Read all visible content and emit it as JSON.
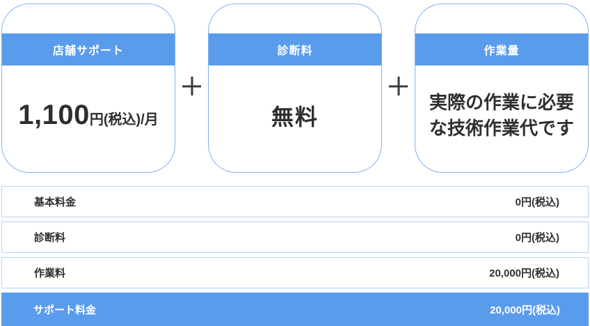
{
  "theme": {
    "primary_blue": "#5a9cec",
    "card_border": "#7fb0f0",
    "row_border": "#b7d2f3",
    "text_dark": "#2e2e2e",
    "plus_color": "#3a3a3a"
  },
  "icons": {
    "plus": "+"
  },
  "cards": [
    {
      "header": "店舗サポート",
      "price_main": "1,100",
      "price_suffix": "円(税込)/月"
    },
    {
      "header": "診断料",
      "value": "無料"
    },
    {
      "header": "作業量",
      "desc_line1": "実際の作業に必要",
      "desc_line2": "な技術作業代です"
    }
  ],
  "table": {
    "rows": [
      {
        "label": "基本料金",
        "value": "0円(税込)",
        "highlight": false
      },
      {
        "label": "診断料",
        "value": "0円(税込)",
        "highlight": false
      },
      {
        "label": "作業料",
        "value": "20,000円(税込)",
        "highlight": false
      },
      {
        "label": "サポート料金",
        "value": "20,000円(税込)",
        "highlight": true
      }
    ]
  }
}
